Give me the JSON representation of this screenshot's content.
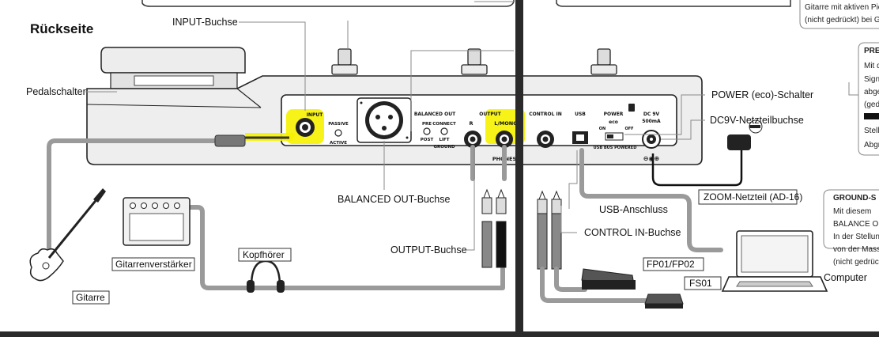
{
  "section_title": "Rückseite",
  "top_right_note": [
    "Gitarre mit aktiven Pic",
    "(nicht gedrückt) bei Git"
  ],
  "labels": {
    "input_jack": "INPUT-Buchse",
    "pedal_switch": "Pedalschalter",
    "balanced_out_jack": "BALANCED OUT-Buchse",
    "output_jack": "OUTPUT-Buchse",
    "usb_port": "USB-Anschluss",
    "control_in_jack": "CONTROL IN-Buchse",
    "power_switch": "POWER (eco)-Schalter",
    "dc_jack": "DC9V-Netzteilbuchse",
    "adapter": "ZOOM-Netzteil (AD-16)",
    "headphones": "Kopfhörer",
    "amp": "Gitarrenverstärker",
    "guitar": "Gitarre",
    "computer": "Computer",
    "fp": "FP01/FP02",
    "fs": "FS01"
  },
  "panel": {
    "input": "INPUT",
    "passive": "PASSIVE",
    "active": "ACTIVE",
    "balanced_out": "BALANCED OUT",
    "pre": "PRE",
    "post": "POST",
    "connect": "CONNECT",
    "lift": "LIFT",
    "ground": "GROUND",
    "output": "OUTPUT",
    "r": "R",
    "lmono": "L/MONO",
    "phones": "PHONES",
    "control_in": "CONTROL IN",
    "usb": "USB",
    "power": "POWER",
    "eco": "eco",
    "on": "ON",
    "off": "OFF",
    "usb_bus_powered": "USB BUS POWERED",
    "dc9v": "DC 9V",
    "ma": "500mA"
  },
  "side_notes": {
    "pre": [
      "PRE",
      "Mit d",
      "Signa",
      "abge",
      "(gedr",
      "Stell",
      "Abgr"
    ],
    "ground": [
      "GROUND-S",
      "Mit diesem",
      "BALANCE OU",
      "In der Stellun",
      "von der Masse",
      "(nicht gedrück"
    ]
  },
  "colors": {
    "highlight": "#f6f200",
    "cable": "#9a9a9a",
    "divider": "#2a2a2a",
    "device": "#e9e9e9"
  }
}
